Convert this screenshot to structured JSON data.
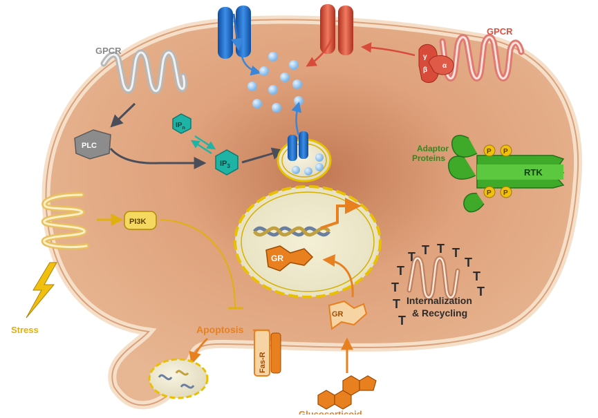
{
  "labels": {
    "gpcr_left": "GPCR",
    "gpcr_right": "GPCR",
    "gamma": "γ",
    "beta": "β",
    "alpha": "α",
    "plc": "PLC",
    "ipn_base": "IP",
    "ipn_sub": "n",
    "ip3_base": "IP",
    "ip3_sub": "3",
    "pi3k": "PI3K",
    "adaptor_line1": "Adaptor",
    "adaptor_line2": "Proteins",
    "rtk": "RTK",
    "p": "P",
    "stress": "Stress",
    "gr_nucleus": "GR",
    "gr_cytoplasm": "GR",
    "apoptosis": "Apoptosis",
    "fasr": "Fas-R",
    "internalization_line1": "Internalization",
    "internalization_line2": "& Recycling",
    "glucocorticoid": "Glucocorticoid"
  },
  "colors": {
    "cell_fill": "#e2ad86",
    "cell_center": "#c98660",
    "membrane": "#f6dfc8",
    "blue_channel": "#1f6fc8",
    "red_channel": "#e05040",
    "teal": "#1fb3a6",
    "green": "#3faa2a",
    "orange": "#e8801f",
    "yellow": "#f0c010",
    "gray": "#8a8a8a",
    "dark_arrow": "#4a4e5a"
  },
  "icons": [
    "lightning-icon",
    "helix-dna-icon",
    "steroid-hexagon-icon"
  ]
}
